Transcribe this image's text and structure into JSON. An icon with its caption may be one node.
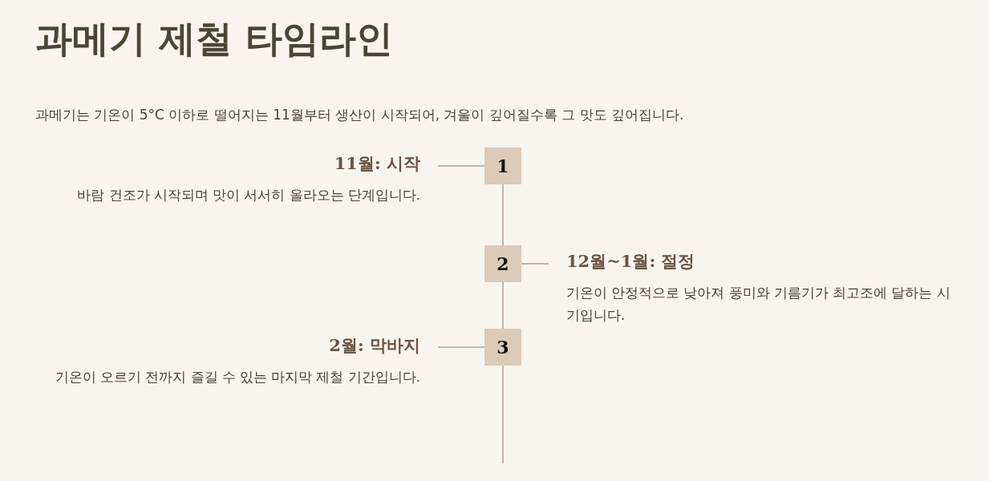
{
  "diagram": {
    "title": "과메기 제철 타임라인",
    "caption": "과메기는 기온이 5°C 이하로 떨어지는 11월부터 생산이 시작되어, 겨울이 깊어질수록 그 맛도 깊어집니다.",
    "nodes": [
      {
        "text": [
          "11월: 시작",
          "바람 건조가 시작되며 맛이 서서히 올라오는 단계입니다."
        ]
      },
      {
        "text": [
          "1"
        ]
      },
      {
        "text": [
          "2"
        ]
      },
      {
        "text": [
          "12월~1월: 절정",
          "기온이 안정적으로 낮아져 풍미와 기름기가 최고조에 달하는 시기입니다."
        ]
      },
      {
        "text": [
          "2월: 막바지",
          "기온이 오르기 전까지 즐길 수 있는 마지막 제철 기간입니다."
        ]
      },
      {
        "text": [
          "3"
        ]
      }
    ],
    "edges": [
      {
        "from": 0,
        "to": 1,
        "arrow": "none"
      },
      {
        "from": 2,
        "to": 3,
        "arrow": "none"
      },
      {
        "from": 4,
        "to": 5,
        "arrow": "none"
      },
      {
        "from": 1,
        "to": 2,
        "arrow": "none"
      },
      {
        "from": 2,
        "to": 5,
        "arrow": "none"
      },
      {
        "from": 5,
        "to": null,
        "arrow": "none"
      }
    ]
  }
}
